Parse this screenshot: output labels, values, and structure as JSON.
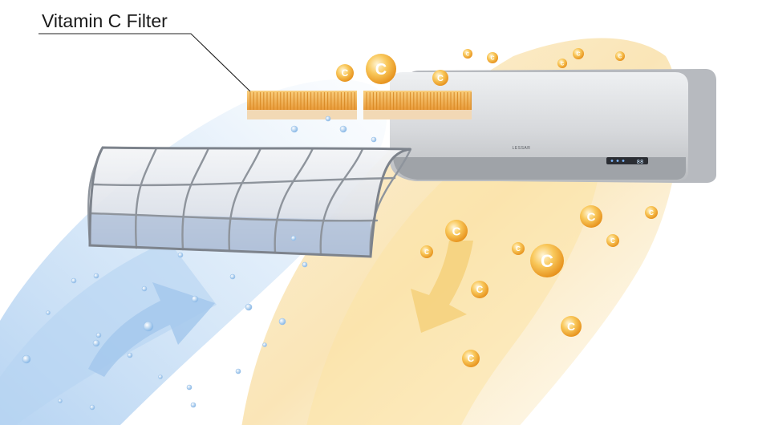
{
  "callout": {
    "label": "Vitamin C Filter"
  },
  "unit_brand": "LESSAR",
  "unit_display": "88",
  "particle_glyph": "C",
  "colors": {
    "cool_air": "#a9cbee",
    "warm_air": "#f6d58a",
    "vitamin_particle": "#f2a623",
    "filter_strip": "#f3b256",
    "unit_body": "#d3d5d8"
  },
  "icons": [
    "vitamin-c-particle-icon",
    "water-droplet-icon",
    "airflow-arrow-icon"
  ]
}
